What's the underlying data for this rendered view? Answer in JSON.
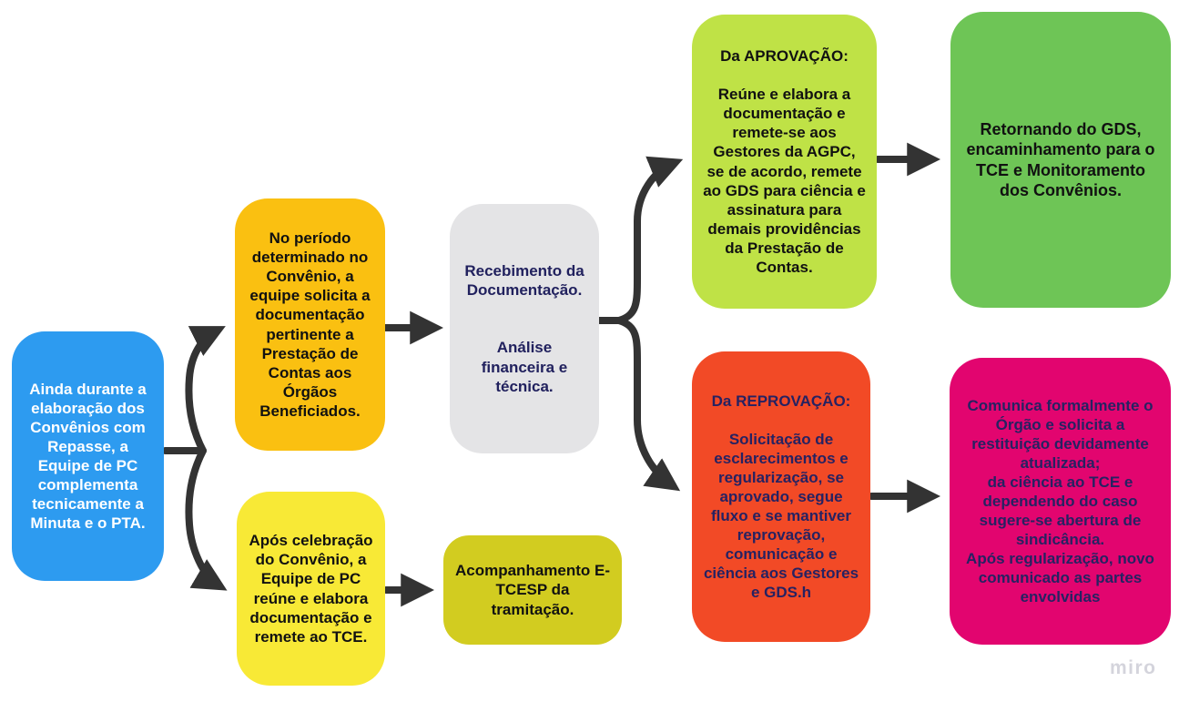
{
  "watermark": "miro",
  "colors": {
    "blue": "#2D9BF0",
    "orange": "#FAC011",
    "yellow": "#F8E936",
    "olive": "#D2CC20",
    "light_green": "#BFE246",
    "green": "#6EC556",
    "red": "#F24A26",
    "pink": "#E2056F",
    "gray": "#E4E4E6",
    "connector": "#333333",
    "text_white": "#FFFFFF",
    "text_black": "#111111",
    "text_navy": "#21215E",
    "text_purple": "#262262"
  },
  "nodes": {
    "start": {
      "text": "Ainda durante a elaboração dos Convênios com Repasse, a Equipe de PC complementa tecnicamente a Minuta e o PTA."
    },
    "request_docs": {
      "text": "No período determinado no Convênio, a equipe solicita a documentação pertinente a Prestação de Contas aos Órgãos Beneficiados."
    },
    "after_celebration": {
      "text": "Após celebração do Convênio, a Equipe de PC reúne e elabora documentação e remete ao TCE."
    },
    "receive_docs": {
      "text1": "Recebimento da Documentação.",
      "text2": "Análise financeira e técnica."
    },
    "etcesp": {
      "text": "Acompanhamento E-TCESP da tramitação."
    },
    "approval": {
      "text": "Da APROVAÇÃO:\n\nReúne e elabora a documentação e remete-se aos Gestores da AGPC, se de acordo, remete ao GDS para ciência e assinatura para demais providências da Prestação de Contas."
    },
    "gds_return": {
      "text": "Retornando do GDS, encaminhamento para o TCE e Monitoramento dos Convênios."
    },
    "reproval": {
      "text": "Da REPROVAÇÃO:\n\nSolicitação de esclarecimentos e regularização, se aprovado, segue fluxo e se mantiver reprovação, comunicação e ciência aos Gestores e GDS.h"
    },
    "communicate": {
      "text": "Comunica formalmente o Órgão e solicita a restituição devidamente atualizada;\nda ciência ao TCE e dependendo do caso sugere-se abertura de sindicância.\nApós regularização, novo comunicado as partes envolvidas"
    }
  }
}
